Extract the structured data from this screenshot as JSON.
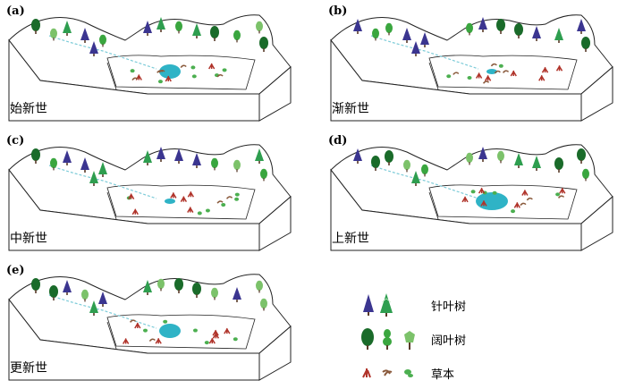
{
  "panels": [
    {
      "tag": "(a)",
      "era": "始新世",
      "lake_size": "medium"
    },
    {
      "tag": "(b)",
      "era": "渐新世",
      "lake_size": "small"
    },
    {
      "tag": "(c)",
      "era": "中新世",
      "lake_size": "small"
    },
    {
      "tag": "(d)",
      "era": "上新世",
      "lake_size": "large"
    },
    {
      "tag": "(e)",
      "era": "更新世",
      "lake_size": "medium"
    }
  ],
  "legend": [
    {
      "label": "针叶树",
      "icons": [
        "dark-blue-conifer",
        "green-conifer"
      ]
    },
    {
      "label": "阔叶树",
      "icons": [
        "dark-green-broadleaf",
        "green-broadleaf",
        "light-green-broadleaf"
      ]
    },
    {
      "label": "草本",
      "icons": [
        "red-herb",
        "brown-herb",
        "green-herb"
      ]
    }
  ],
  "colors": {
    "dark_conifer": "#3b3590",
    "conifer": "#2e9e4f",
    "dark_broadleaf": "#1a6b2a",
    "broadleaf": "#3aa63f",
    "light_broadleaf": "#7cc26a",
    "herb_red": "#b0332a",
    "herb_brown": "#8a5a3c",
    "herb_green": "#4caf50",
    "lake": "#2fb3c6",
    "river": "#7ccbd8",
    "outline": "#222222"
  }
}
